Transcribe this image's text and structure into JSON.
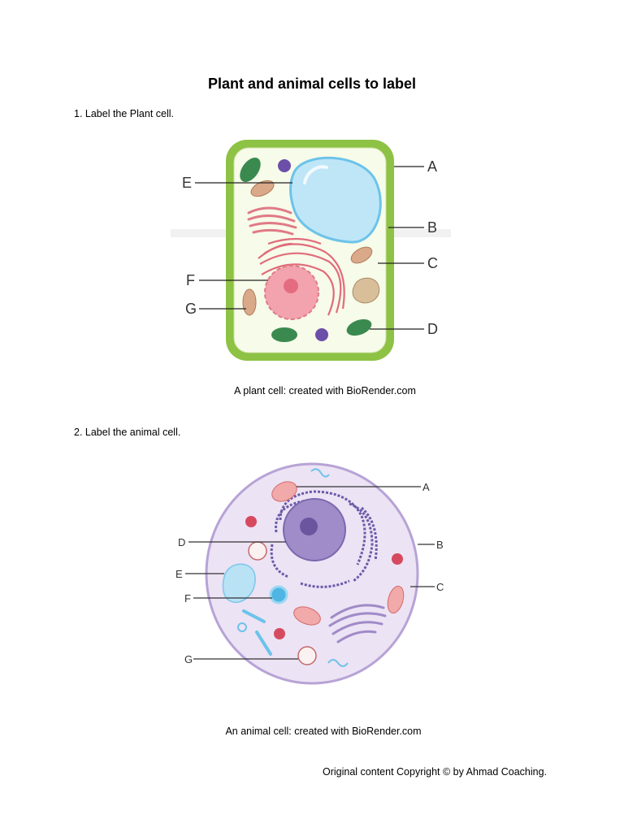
{
  "title": "Plant and animal cells to label",
  "plant": {
    "question": "1. Label the Plant cell.",
    "caption": "A plant cell: created with BioRender.com",
    "labels": [
      "A",
      "B",
      "C",
      "D",
      "E",
      "F",
      "G"
    ]
  },
  "animal": {
    "question": "2. Label the animal cell.",
    "caption": "An animal cell: created with BioRender.com",
    "labels": [
      "A",
      "B",
      "C",
      "D",
      "E",
      "F",
      "G"
    ]
  },
  "footer": {
    "copyright": "Original content Copyright © by Ahmad Coaching."
  }
}
